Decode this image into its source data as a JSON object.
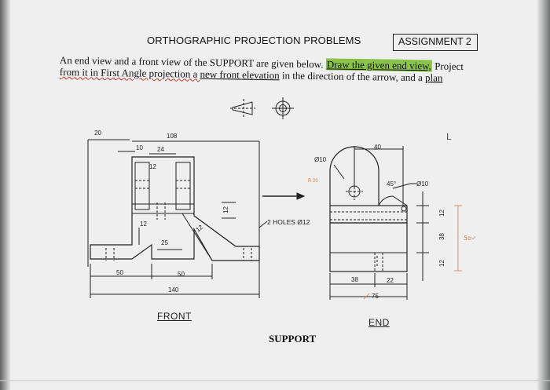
{
  "header": {
    "title": "ORTHOGRAPHIC PROJECTION PROBLEMS",
    "assignment": "ASSIGNMENT 2"
  },
  "instructions": {
    "l1a": "An end view and a front view of the SUPPORT are given below. ",
    "l1b": "Draw the given end view,",
    "l1c": " Project",
    "l2a": "from it in First Angle projection a ",
    "l2b": "new front elevation",
    "l2c": " in the direction of the arrow, and a ",
    "l2d": "plan"
  },
  "front_view": {
    "dims": {
      "d20": "20",
      "d108": "108",
      "d10": "10",
      "d24": "24",
      "d12a": "12",
      "d12b": "12",
      "d12c": "12",
      "d12d": "12",
      "d25": "25",
      "d50a": "50",
      "d50b": "50",
      "d140": "140"
    },
    "label": "FRONT"
  },
  "end_view": {
    "dims": {
      "d40": "40",
      "dia10a": "Ø10",
      "deg45": "45°",
      "dia10b": "Ø10",
      "r20": "R 20",
      "d12a": "12",
      "d38a": "38",
      "d12b": "12",
      "d38b": "38",
      "d22": "22",
      "d75": "75"
    },
    "holes": "2 HOLES Ø12",
    "label": "END"
  },
  "part_name": "SUPPORT",
  "annotations": {
    "mark_L": "L",
    "mark_score": "5o✓"
  },
  "colors": {
    "highlight": "#8bc34a",
    "pencil_red": "#d97b3e",
    "ink": "#222222"
  }
}
